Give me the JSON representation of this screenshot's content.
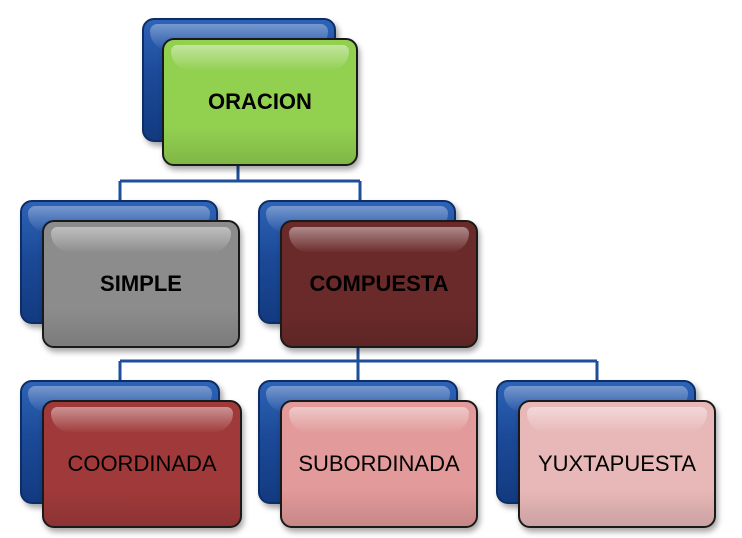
{
  "diagram": {
    "root": {
      "label": "ORACION",
      "color": "#92d050",
      "bold": true
    },
    "level2": [
      {
        "label": "SIMPLE",
        "color": "#8c8c8c",
        "bold": true
      },
      {
        "label": "COMPUESTA",
        "color": "#6b2a2a",
        "bold": true
      }
    ],
    "level3": [
      {
        "label": "COORDINADA",
        "color": "#a03a3a",
        "bold": false
      },
      {
        "label": "SUBORDINADA",
        "color": "#e29a9a",
        "bold": false
      },
      {
        "label": "YUXTAPUESTA",
        "color": "#e8b8b8",
        "bold": false
      }
    ],
    "connector_color": "#1f4e9a",
    "shadow_color": "#1c4a98"
  }
}
